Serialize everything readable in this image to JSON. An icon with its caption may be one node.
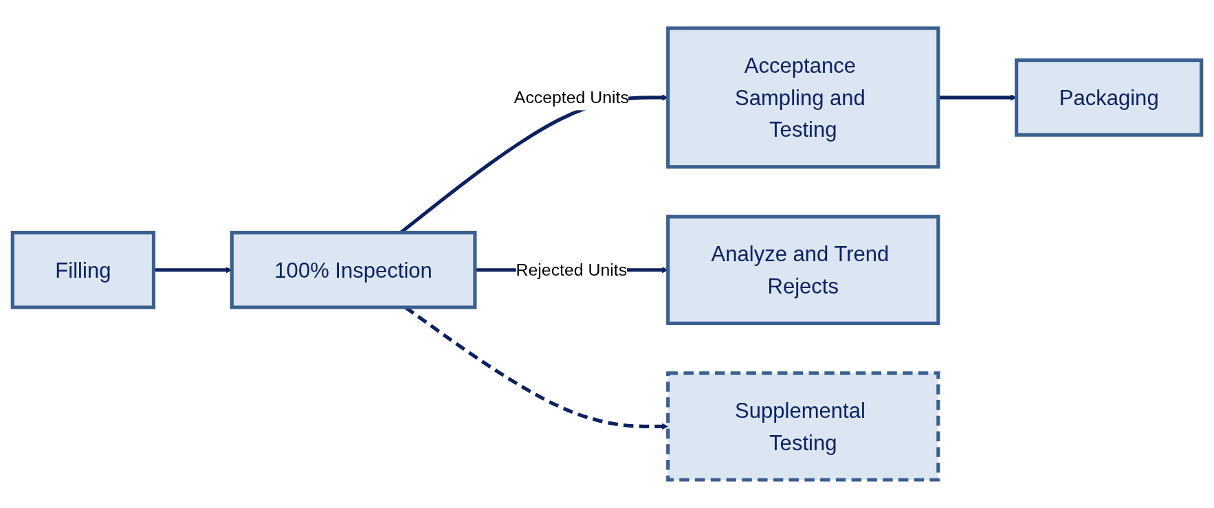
{
  "diagram": {
    "nodes": [
      {
        "text": [
          "Filling"
        ]
      },
      {
        "text": [
          "100% Inspection"
        ]
      },
      {
        "text": [
          "Acceptance Sampling and Testing"
        ]
      },
      {
        "text": [
          "Packaging"
        ]
      },
      {
        "text": [
          "Analyze and Trend Rejects"
        ]
      },
      {
        "text": [
          "Supplemental Testing"
        ]
      }
    ],
    "edges": [
      {
        "from": 0,
        "to": 1,
        "arrow": "to"
      },
      {
        "from": 1,
        "to": 2,
        "arrow": "to",
        "label": "Accepted Units"
      },
      {
        "from": 2,
        "to": 3,
        "arrow": "to"
      },
      {
        "from": 1,
        "to": 4,
        "arrow": "to",
        "label": "Rejected Units"
      },
      {
        "from": 1,
        "to": 5,
        "arrow": "to",
        "style": "dashed"
      }
    ]
  }
}
